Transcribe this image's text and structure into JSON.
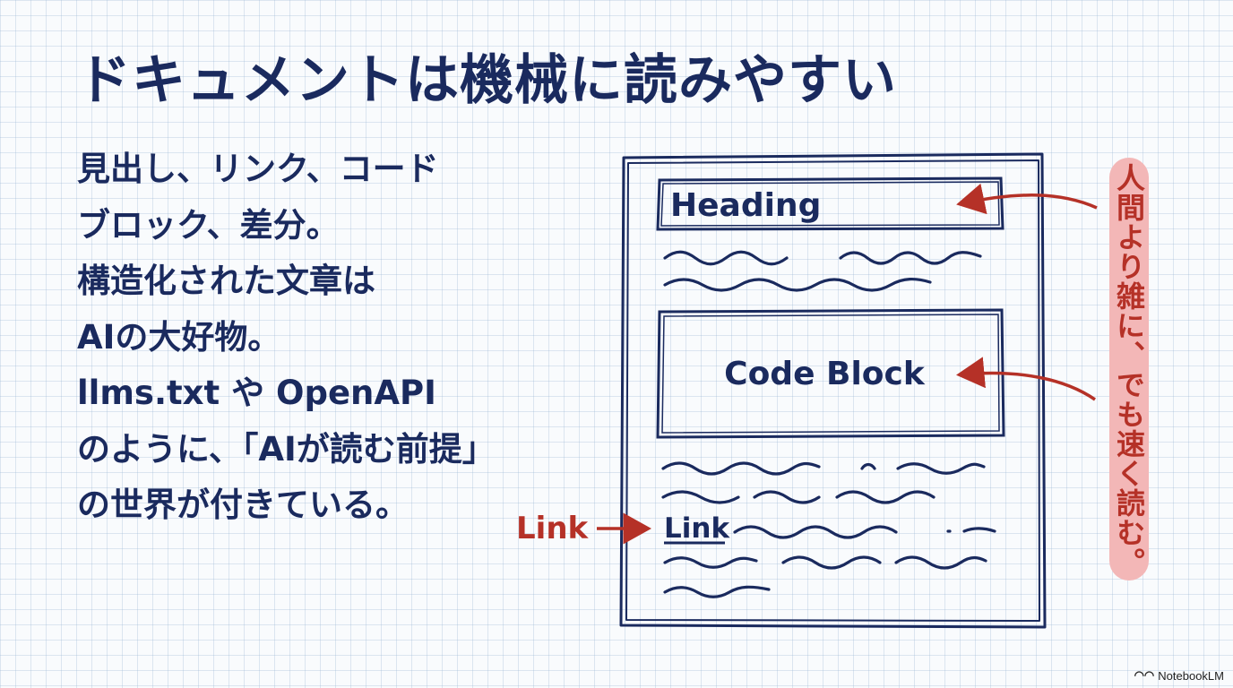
{
  "title": "ドキュメントは機械に読みやすい",
  "body_lines": [
    "見出し、リンク、コード",
    "ブロック、差分。",
    "構造化された文章は",
    "AIの大好物。",
    "llms.txt や OpenAPI",
    "のように、「AIが読む前提」",
    "の世界が付きている。"
  ],
  "diagram": {
    "heading_label": "Heading",
    "code_block_label": "Code Block",
    "link_label": "Link",
    "external_link_label": "Link"
  },
  "side_note": "人間より雑に、でも速く読む。",
  "footer": {
    "brand": "NotebookLM",
    "icon": "notebooklm-logo-icon"
  },
  "colors": {
    "navy": "#1a2a5e",
    "red": "#b53127",
    "note_background": "#f3b7b7"
  }
}
